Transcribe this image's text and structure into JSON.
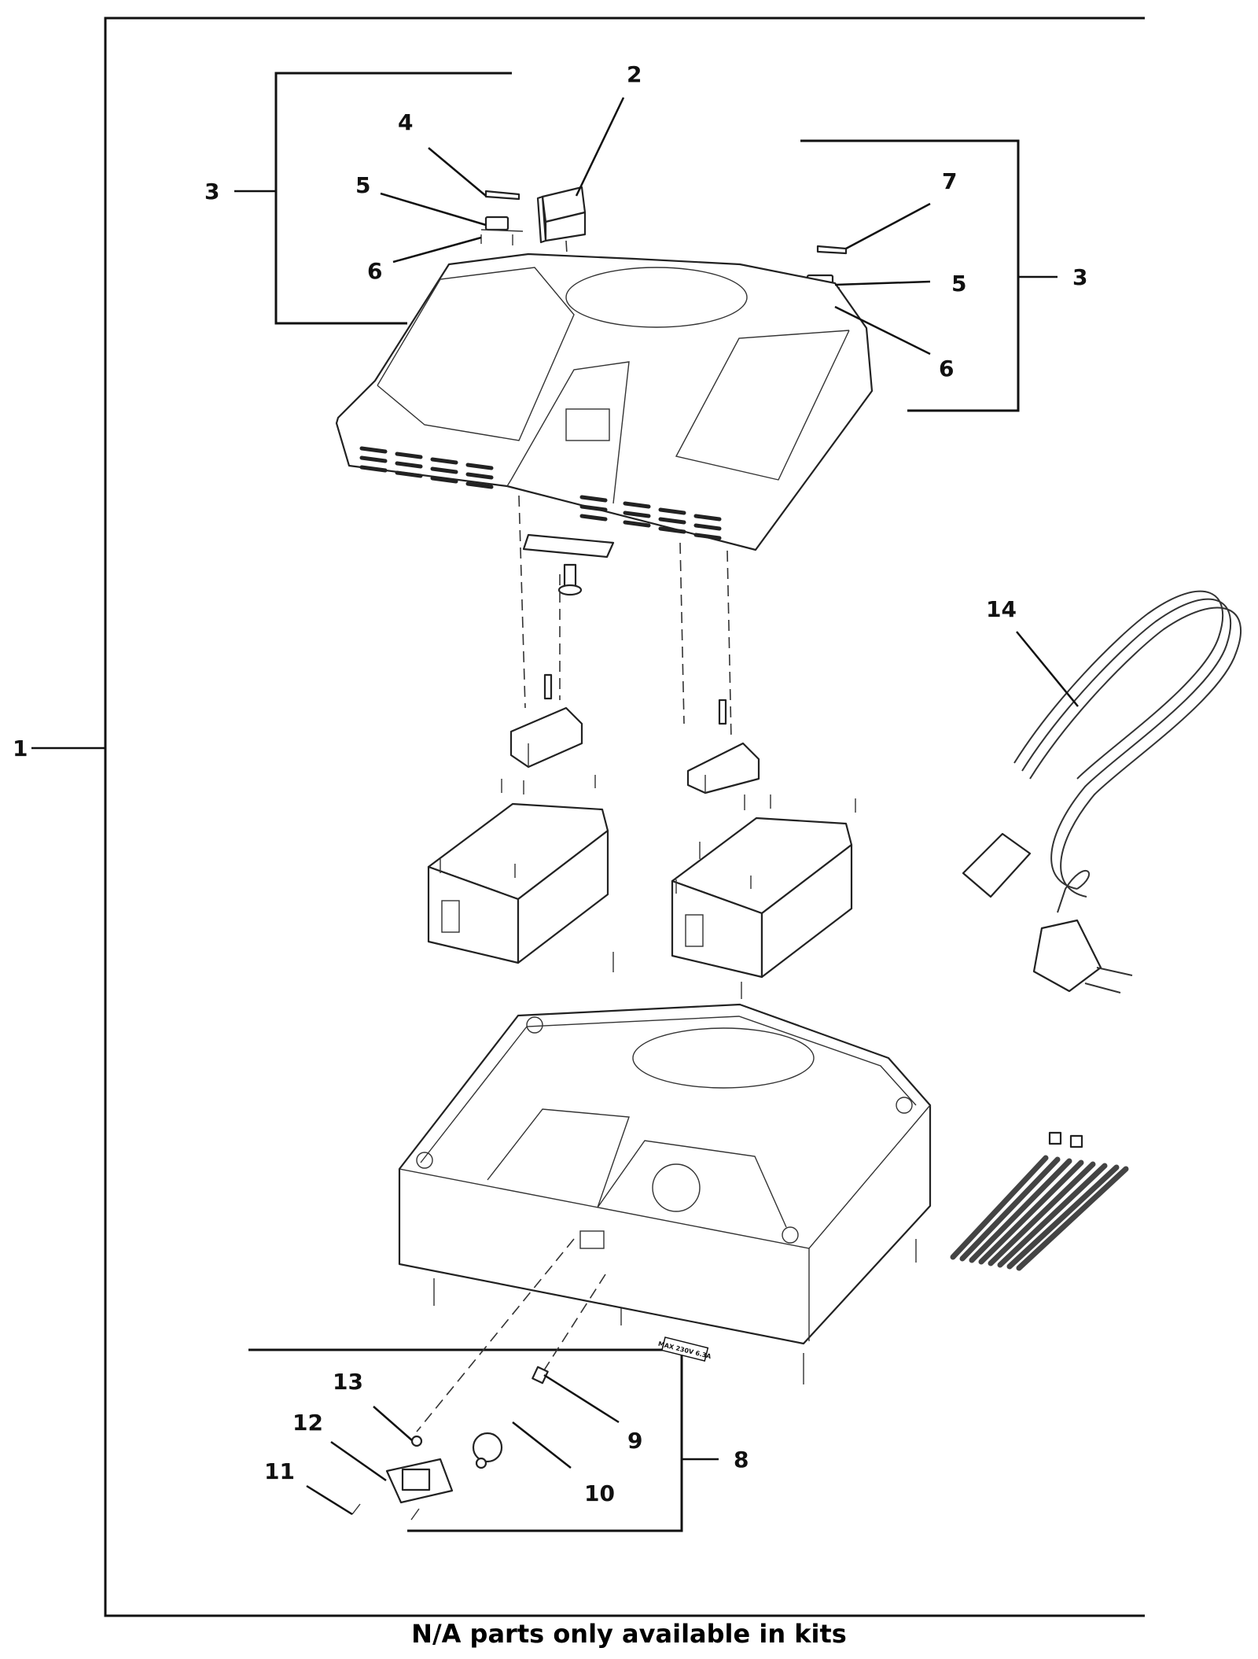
{
  "callouts": {
    "c1": "1",
    "c2": "2",
    "c3a": "3",
    "c3b": "3",
    "c4": "4",
    "c5a": "5",
    "c5b": "5",
    "c6a": "6",
    "c6b": "6",
    "c7": "7",
    "c8": "8",
    "c9": "9",
    "c10": "10",
    "c11": "11",
    "c12": "12",
    "c13": "13",
    "c14": "14"
  },
  "rating_plate": "MAX 230V 6.3A",
  "footer_note": "N/A parts only available in kits"
}
